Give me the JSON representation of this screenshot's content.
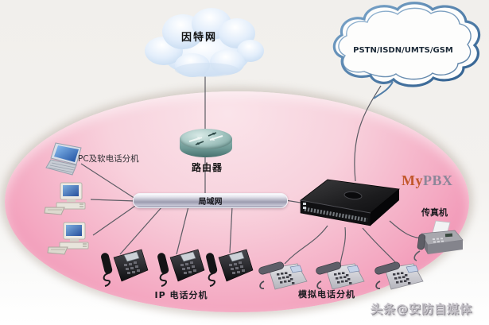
{
  "nodes": {
    "internet": {
      "label": "因特网"
    },
    "pstn": {
      "label": "PSTN/ISDN/UMTS/GSM"
    },
    "router": {
      "label": "路由器"
    },
    "lan": {
      "label": "局域网"
    },
    "pc_softphone": {
      "label": "PC及软电话分机"
    },
    "ip_phones": {
      "label": "IP 电话分机"
    },
    "analog_phones": {
      "label": "模拟电话分机"
    },
    "pbx": {
      "brand_prefix": "My",
      "brand_suffix": "PBX"
    },
    "fax": {
      "label": "传真机"
    }
  },
  "watermark": "头条@安防自媒体",
  "colors": {
    "ellipse_top": "#fae4ea",
    "ellipse_bottom": "#ee7da6",
    "pbx_brand_my": "#c2572b",
    "pbx_brand_pbx": "#8d8699",
    "line": "#63636b"
  }
}
